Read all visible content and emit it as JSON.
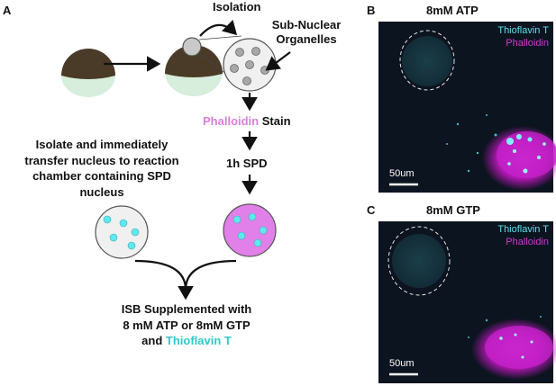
{
  "panel_a": {
    "letter": "A",
    "isolation": "Isolation",
    "sub_nuclear_line1": "Sub-Nuclear",
    "sub_nuclear_line2": "Organelles",
    "phalloidin_word": "Phalloidin",
    "stain_word": " Stain",
    "spd_step": "1h SPD",
    "transfer_line1": "Isolate and immediately",
    "transfer_line2": "transfer nucleus to reaction",
    "transfer_line3": "chamber containing SPD",
    "transfer_line4": "nucleus",
    "isb_line1": "ISB Supplemented with",
    "isb_line2": "8 mM ATP or 8mM GTP",
    "isb_and": "and ",
    "isb_thioflavin": "Thioflavin T"
  },
  "panel_b": {
    "letter": "B",
    "title": "8mM ATP",
    "legend_thioflavin": "Thioflavin T",
    "legend_phalloidin": "Phalloidin",
    "scale_label": "50um"
  },
  "panel_c": {
    "letter": "C",
    "title": "8mM GTP",
    "legend_thioflavin": "Thioflavin T",
    "legend_phalloidin": "Phalloidin",
    "scale_label": "50um"
  },
  "colors": {
    "phalloidin": "#d97fd9",
    "thioflavin": "#2fc9c9",
    "oocyte_brown": "#4a3a28",
    "oocyte_green": "#d6eedb",
    "micro_bg": "#0c1420",
    "magenta_blob": "#c822c8",
    "cyan_dot": "#5fe8f0"
  }
}
